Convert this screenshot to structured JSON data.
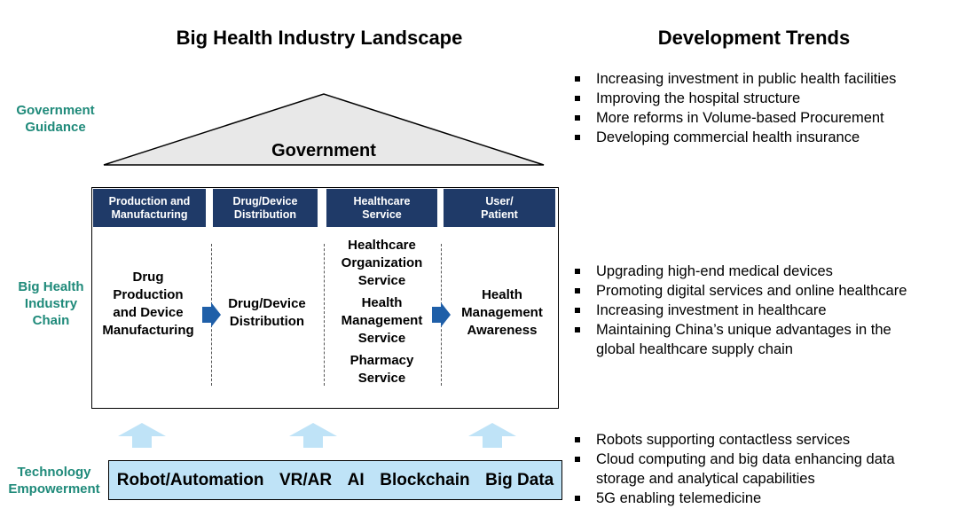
{
  "titles": {
    "left": "Big Health Industry Landscape",
    "right": "Development Trends"
  },
  "side_labels": {
    "guidance": [
      "Government",
      "Guidance"
    ],
    "chain": [
      "Big Health",
      "Industry",
      "Chain"
    ],
    "technology": [
      "Technology",
      "Empowerment"
    ]
  },
  "government": "Government",
  "chain": {
    "headers": [
      [
        "Production and",
        "Manufacturing"
      ],
      [
        "Drug/Device",
        "Distribution"
      ],
      [
        "Healthcare",
        "Service"
      ],
      [
        "User/",
        "Patient"
      ]
    ],
    "col1": [
      "Drug",
      "Production",
      "and Device",
      "Manufacturing"
    ],
    "col2": [
      "Drug/Device",
      "Distribution"
    ],
    "col3": {
      "item1": [
        "Healthcare",
        "Organization",
        "Service"
      ],
      "item2": [
        "Health",
        "Management",
        "Service"
      ],
      "item3": [
        "Pharmacy",
        "Service"
      ]
    },
    "col4": [
      "Health",
      "Management",
      "Awareness"
    ]
  },
  "technology": [
    "Robot/Automation",
    "VR/AR",
    "AI",
    "Blockchain",
    "Big Data"
  ],
  "trends": {
    "government": [
      "Increasing investment in public health facilities",
      "Improving the hospital structure",
      "More reforms in Volume-based Procurement",
      "Developing commercial health insurance"
    ],
    "industry": [
      "Upgrading high-end medical devices",
      "Promoting digital services and online healthcare",
      "Increasing investment in healthcare",
      "Maintaining China’s unique advantages in the global healthcare supply chain"
    ],
    "technology": [
      "Robots supporting contactless services",
      "Cloud computing and big data enhancing data storage and analytical capabilities",
      "5G enabling telemedicine"
    ]
  },
  "colors": {
    "header_navy": "#1f3a68",
    "label_teal": "#1f8a7a",
    "arrow_blue": "#1f5fa8",
    "up_arrow_light_blue": "#bfe3f7",
    "tech_bar": "#bfe3f7",
    "triangle_fill": "#e8e8e8"
  }
}
